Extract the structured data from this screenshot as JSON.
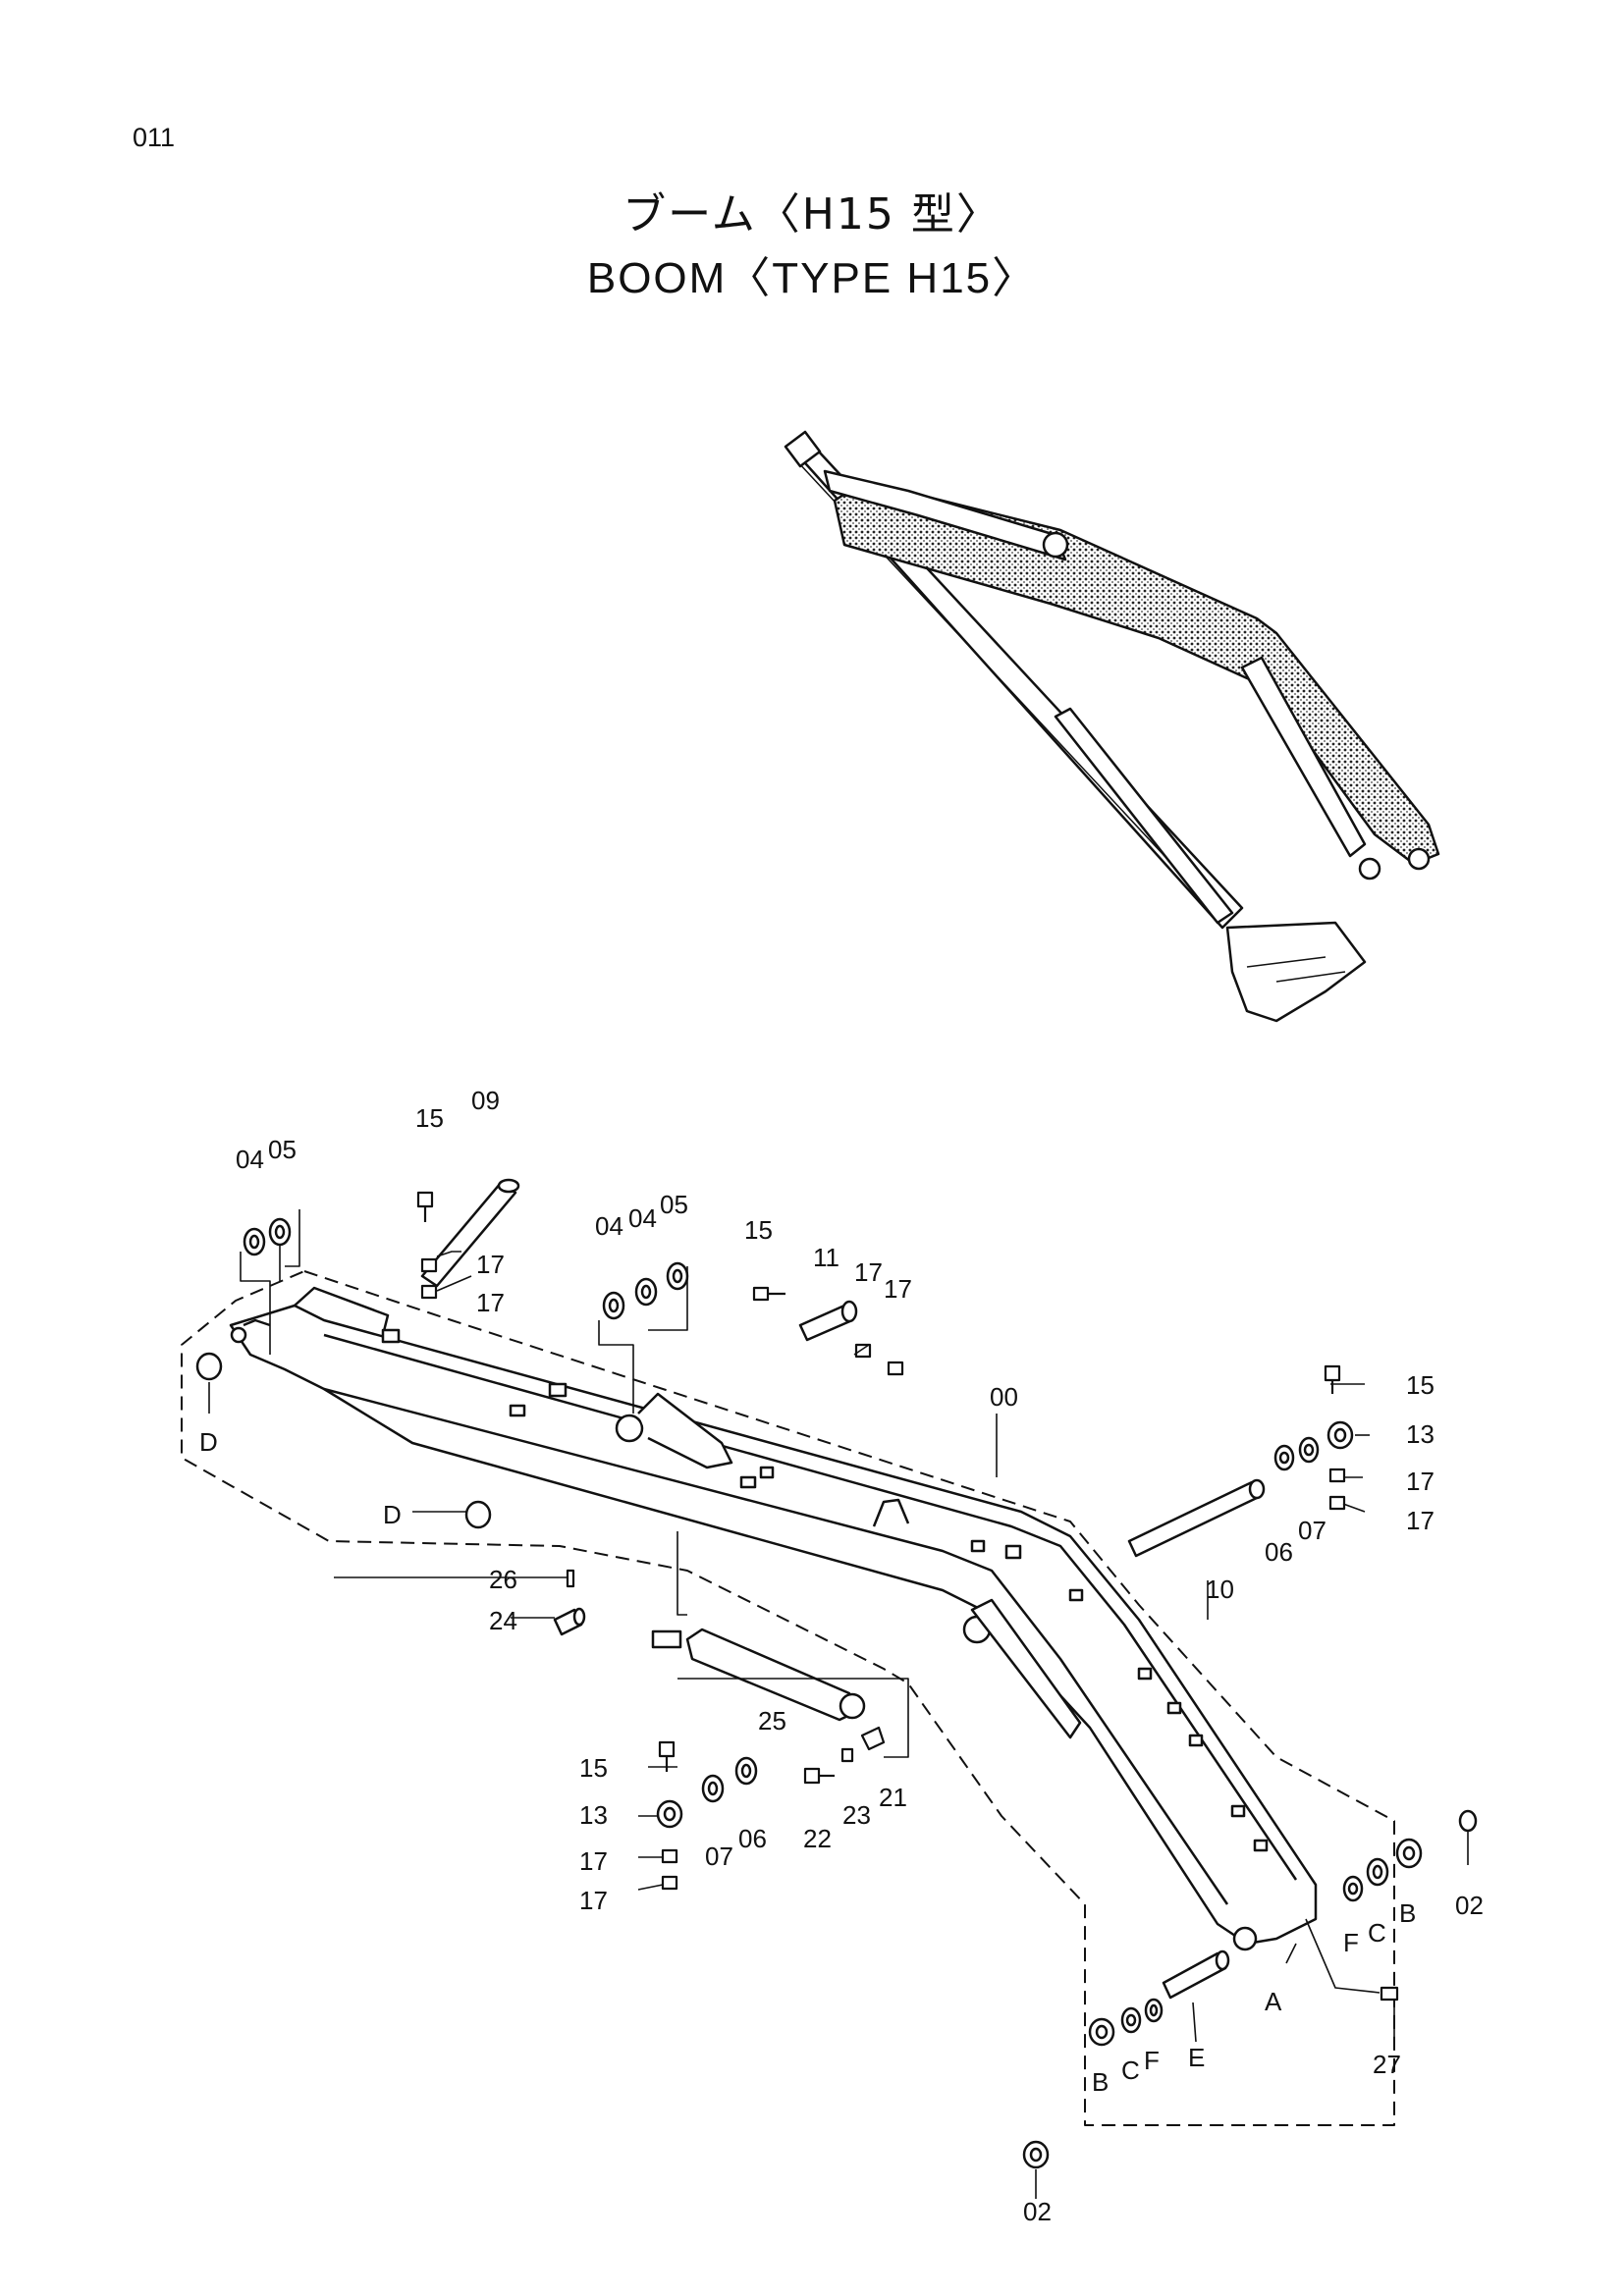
{
  "page_number": "011",
  "title_ja": "ブーム〈H15 型〉",
  "title_en": "BOOM〈TYPE   H15〉",
  "callouts": {
    "c00": "00",
    "c02a": "02",
    "c02b": "02",
    "c04a": "04",
    "c05a": "05",
    "c04b": "04",
    "c04c": "04",
    "c05b": "05",
    "c06a": "06",
    "c07a": "07",
    "c06b": "06",
    "c07b": "07",
    "c09": "09",
    "c10": "10",
    "c11": "11",
    "c13a": "13",
    "c13b": "13",
    "c15a": "15",
    "c15b": "15",
    "c15c": "15",
    "c15d": "15",
    "c17a": "17",
    "c17b": "17",
    "c17c": "17",
    "c17d": "17",
    "c17e": "17",
    "c17f": "17",
    "c17g": "17",
    "c17h": "17",
    "c21": "21",
    "c22": "22",
    "c23": "23",
    "c24": "24",
    "c25": "25",
    "c26": "26",
    "c27": "27",
    "cA": "A",
    "cBa": "B",
    "cBb": "B",
    "cCa": "C",
    "cCb": "C",
    "cDa": "D",
    "cDb": "D",
    "cE": "E",
    "cFa": "F",
    "cFb": "F"
  }
}
